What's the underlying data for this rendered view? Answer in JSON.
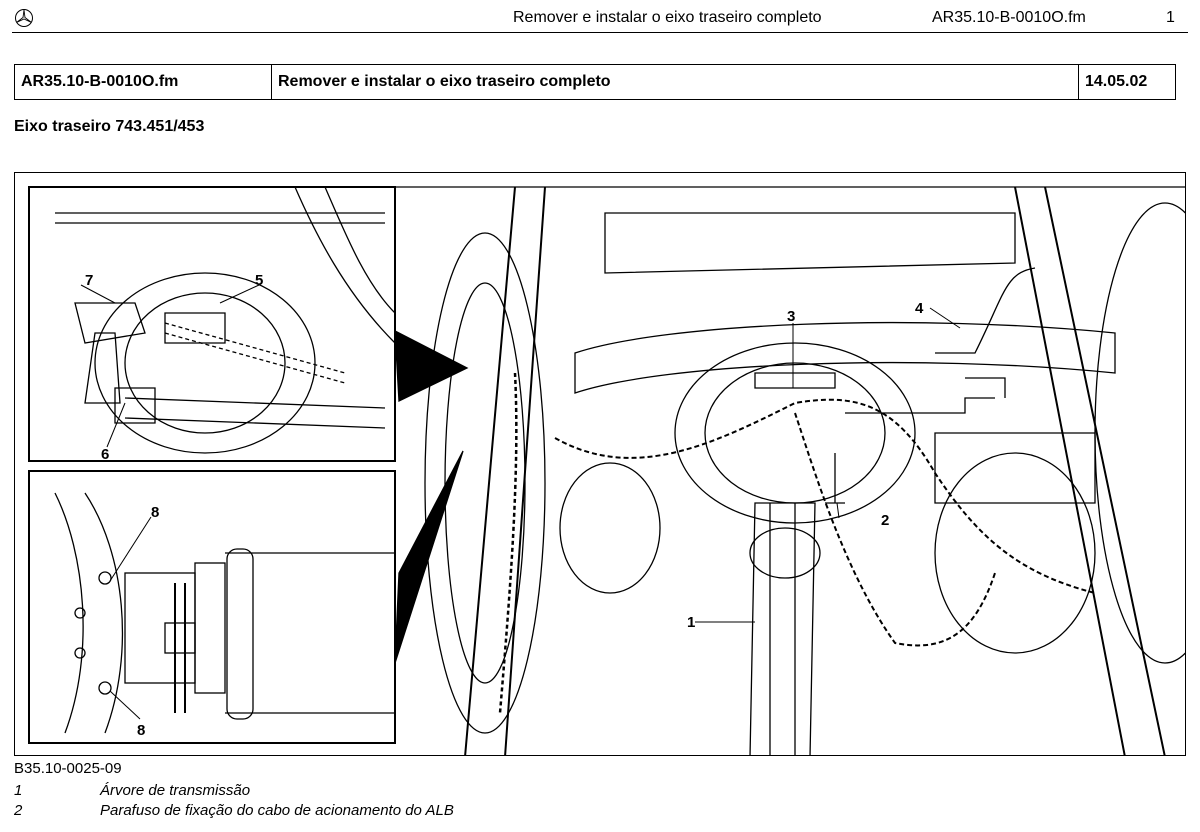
{
  "header": {
    "title": "Remover e instalar o eixo traseiro completo",
    "code": "AR35.10-B-0010O.fm",
    "page": "1"
  },
  "meta_table": {
    "code": "AR35.10-B-0010O.fm",
    "title": "Remover e instalar o eixo traseiro completo",
    "date": "14.05.02"
  },
  "subtitle": "Eixo traseiro 743.451/453",
  "figure": {
    "callouts": [
      "1",
      "2",
      "3",
      "4",
      "5",
      "6",
      "7",
      "8",
      "8"
    ],
    "reference": "B35.10-0025-09"
  },
  "legend": [
    {
      "num": "1",
      "text": "Árvore de transmissão"
    },
    {
      "num": "2",
      "text": "Parafuso de fixação do cabo de acionamento do ALB"
    }
  ]
}
